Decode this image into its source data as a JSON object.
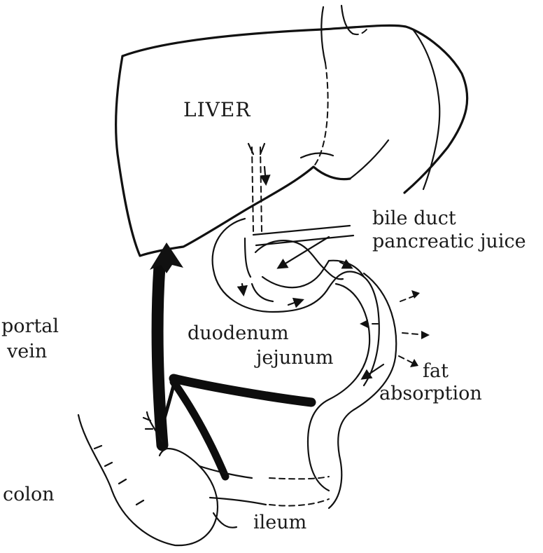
{
  "labels": {
    "liver": "LIVER",
    "bile_duct": "bile duct",
    "pancreatic_juice": "pancreatic juice",
    "portal_vein_line1": "portal",
    "portal_vein_line2": "vein",
    "duodenum": "duodenum",
    "jejunum": "jejunum",
    "fat_line1": "fat",
    "fat_line2": "absorption",
    "colon": "colon",
    "ileum": "ileum"
  },
  "colors": {
    "ink": "#111111",
    "background": "#ffffff"
  }
}
